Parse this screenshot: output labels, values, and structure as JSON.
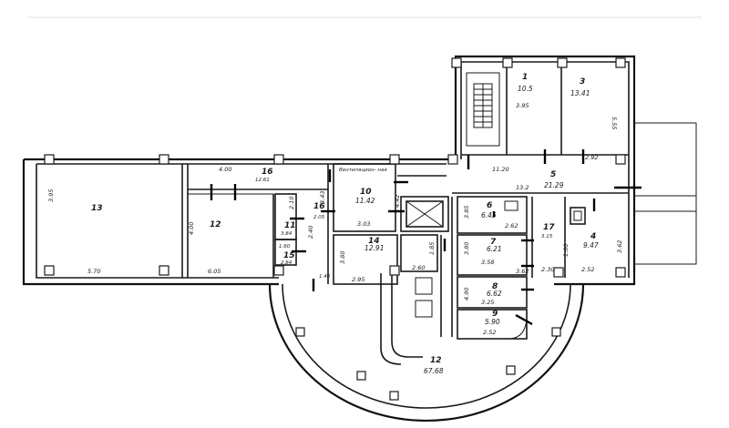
{
  "rooms": [
    {
      "id": "r1",
      "number": "1",
      "area": "10.5"
    },
    {
      "id": "r3",
      "number": "3",
      "area": "13.41"
    },
    {
      "id": "r5",
      "number": "5",
      "area": "21.29"
    },
    {
      "id": "r4",
      "number": "4",
      "area": "9.47"
    },
    {
      "id": "r6",
      "number": "6",
      "area": "6.45"
    },
    {
      "id": "r7",
      "number": "7",
      "area": "6.21"
    },
    {
      "id": "r8",
      "number": "8",
      "area": "6.62"
    },
    {
      "id": "r9",
      "number": "9",
      "area": "5.90"
    },
    {
      "id": "r10",
      "number": "10",
      "area": "11.42"
    },
    {
      "id": "r11",
      "number": "11",
      "area": "3.84"
    },
    {
      "id": "r12",
      "number": "12",
      "area": "67.68"
    },
    {
      "id": "r13",
      "number": "13",
      "area": ""
    },
    {
      "id": "r14",
      "number": "14",
      "area": "12.91"
    },
    {
      "id": "r15",
      "number": "15",
      "area": "2.84"
    },
    {
      "id": "r16",
      "number": "16",
      "area": "12.61"
    },
    {
      "id": "r17",
      "number": "17",
      "area": "3.15"
    },
    {
      "id": "r12b",
      "number": "12",
      "area": ""
    },
    {
      "id": "r16b",
      "number": "16",
      "area": "2.05"
    }
  ],
  "dims": [
    "3.95",
    "5.55",
    "11.20",
    "2.92",
    "13.2",
    "3.03",
    "2.62",
    "3.58",
    "3.25",
    "2.52",
    "2.30",
    "2.52",
    "5.70",
    "6.05",
    "2.95",
    "2.60",
    "4.00",
    "3.95",
    "4.00",
    "2.10",
    "1.60",
    "1.40",
    "3.80",
    "3.62",
    "3.85",
    "3.80",
    "4.90",
    "2.40",
    "1.00",
    "3.43",
    "4.42",
    "3.62",
    "1.85"
  ],
  "notes": {
    "room10_note": "Вентиляцион- ная"
  }
}
